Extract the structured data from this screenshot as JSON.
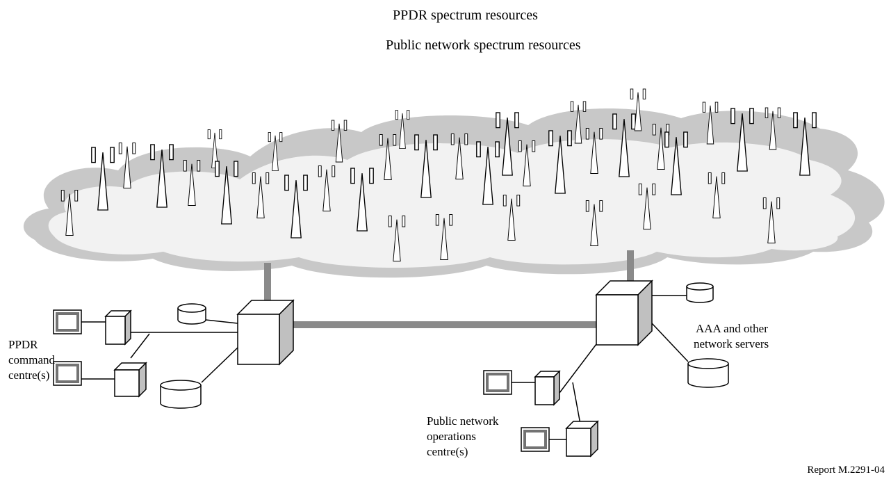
{
  "diagram": {
    "spectrum_labels": {
      "ppdr": "PPDR spectrum resources",
      "public": "Public network spectrum resources"
    },
    "nodes": {
      "ppdr_centre": [
        "PPDR",
        "command",
        "centre(s)"
      ],
      "aaa_servers": [
        "AAA and other",
        "network servers"
      ],
      "public_ops": [
        "Public network",
        "operations",
        "centre(s)"
      ]
    },
    "report_id": "Report M.2291-04",
    "colors": {
      "cloud_back": "#c8c8c8",
      "cloud_front": "#f2f2f2",
      "backbone": "#8a8a8a",
      "cube_top": "#ffffff",
      "cube_side": "#c0c0c0",
      "line": "#000000"
    }
  }
}
